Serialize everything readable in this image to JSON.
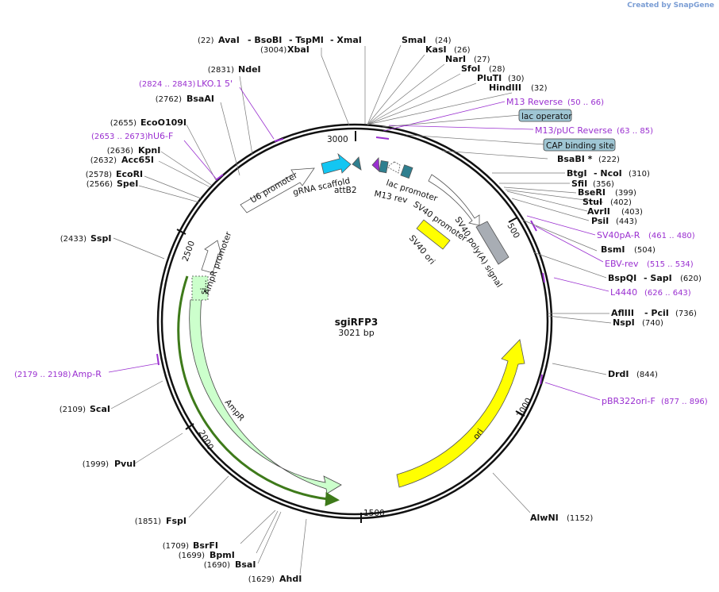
{
  "credit": {
    "prefix": "Created by",
    "brand": "SnapGene"
  },
  "plasmid": {
    "name": "sgiRFP3",
    "size_label": "3021 bp"
  },
  "ticks": [
    "500",
    "1000",
    "1500",
    "2000",
    "2500",
    "3000"
  ],
  "enzymes_top": [
    {
      "pos": "(22)",
      "label": "AvaI"
    },
    {
      "pos": "",
      "label": "- BsoBI"
    },
    {
      "pos": "",
      "label": "- TspMI"
    },
    {
      "pos": "",
      "label": "- XmaI"
    },
    {
      "pos": "(3004)",
      "label": "XbaI"
    }
  ],
  "enzymes_right": [
    {
      "label": "SmaI",
      "pos": "(24)"
    },
    {
      "label": "KasI",
      "pos": "(26)"
    },
    {
      "label": "NarI",
      "pos": "(27)"
    },
    {
      "label": "SfoI",
      "pos": "(28)"
    },
    {
      "label": "PluTI",
      "pos": "(30)"
    },
    {
      "label": "HindIII",
      "pos": "(32)"
    },
    {
      "label": "BsaBI  *",
      "pos": "(222)"
    },
    {
      "label": "BtgI",
      "label2": "- NcoI",
      "pos": "(310)"
    },
    {
      "label": "SfiI",
      "pos": "(356)"
    },
    {
      "label": "BseRI",
      "pos": "(399)"
    },
    {
      "label": "StuI",
      "pos": "(402)"
    },
    {
      "label": "AvrII",
      "pos": "(403)"
    },
    {
      "label": "PsiI",
      "pos": "(443)"
    },
    {
      "label": "BsmI",
      "pos": "(504)"
    },
    {
      "label": "BspQI",
      "label2": "- SapI",
      "pos": "(620)"
    },
    {
      "label": "AflIII",
      "label2": "- PciI",
      "pos": "(736)"
    },
    {
      "label": "NspI",
      "pos": "(740)"
    },
    {
      "label": "DrdI",
      "pos": "(844)"
    },
    {
      "label": "AlwNI",
      "pos": "(1152)"
    }
  ],
  "enzymes_left": [
    {
      "pos": "(2831)",
      "label": "NdeI"
    },
    {
      "pos": "(2762)",
      "label": "BsaAI"
    },
    {
      "pos": "(2655)",
      "label": "EcoO109I"
    },
    {
      "pos": "(2636)",
      "label": "KpnI"
    },
    {
      "pos": "(2632)",
      "label": "Acc65I"
    },
    {
      "pos": "(2578)",
      "label": "EcoRI"
    },
    {
      "pos": "(2566)",
      "label": "SpeI"
    },
    {
      "pos": "(2433)",
      "label": "SspI"
    },
    {
      "pos": "(2109)",
      "label": "ScaI"
    },
    {
      "pos": "(1999)",
      "label": "PvuI"
    },
    {
      "pos": "(1851)",
      "label": "FspI"
    },
    {
      "pos": "(1709)",
      "label": "BsrFI"
    },
    {
      "pos": "(1699)",
      "label": "BpmI"
    },
    {
      "pos": "(1690)",
      "label": "BsaI"
    },
    {
      "pos": "(1629)",
      "label": "AhdI"
    }
  ],
  "primers": [
    {
      "label": "M13 Reverse",
      "range": "(50 .. 66)"
    },
    {
      "label": "M13/pUC Reverse",
      "range": "(63 .. 85)"
    },
    {
      "label": "SV40pA-R",
      "range": "(461 .. 480)"
    },
    {
      "label": "EBV-rev",
      "range": "(515 .. 534)"
    },
    {
      "label": "L4440",
      "range": "(626 .. 643)"
    },
    {
      "label": "pBR322ori-F",
      "range": "(877 .. 896)"
    },
    {
      "label": "LKO.1 5'",
      "range": "(2824 .. 2843)"
    },
    {
      "label": "hU6-F",
      "range": "(2653 .. 2673)"
    },
    {
      "label": "Amp-R",
      "range": "(2179 .. 2198)"
    }
  ],
  "boxed_features": [
    "lac operator",
    "CAP binding site"
  ],
  "features": {
    "u6_promoter": "U6 promoter",
    "grna_scaffold": "gRNA scaffold",
    "attb2": "attB2",
    "m13_rev": "M13 rev",
    "lac_promoter": "lac promoter",
    "sv40_promoter": "SV40 promoter",
    "sv40_polya": "SV40 poly(A) signal",
    "sv40_ori": "SV40 ori",
    "ampr_promoter": "AmpR promoter",
    "ampr": "AmpR",
    "si": "si...",
    "ori": "ori"
  },
  "colors": {
    "primer": "#9a2fd0",
    "ori_yellow": "#ffff00",
    "ampr_green": "#ccffcc",
    "grna_cyan": "#13c6f2",
    "attb_teal": "#2f7f8f",
    "sv40pa_gray": "#a8adb4",
    "signal_green": "#3e7a1a",
    "box_fill": "#9fc6d4"
  }
}
